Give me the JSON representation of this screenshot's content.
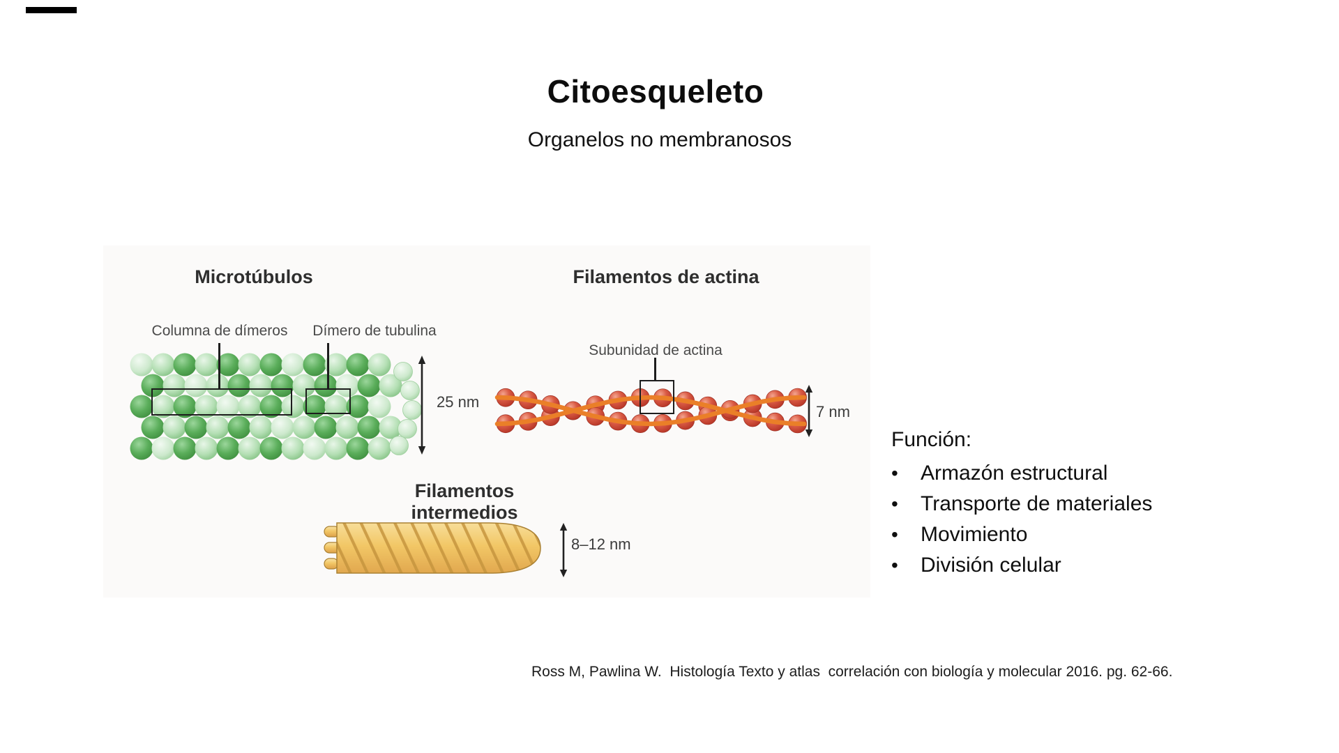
{
  "slide": {
    "title": "Citoesqueleto",
    "subtitle": "Organelos no membranosos"
  },
  "figure": {
    "microtubules": {
      "heading": "Microtúbulos",
      "dimer_column_label": "Columna de dímeros",
      "tubulin_dimer_label": "Dímero de tubulina",
      "diameter_label": "25 nm"
    },
    "actin": {
      "heading": "Filamentos de actina",
      "subunit_label": "Subunidad de actina",
      "diameter_label": "7 nm"
    },
    "intermediate": {
      "heading": "Filamentos intermedios",
      "diameter_label": "8–12 nm"
    }
  },
  "functions": {
    "heading": "Función:",
    "bullet_char": "•",
    "items": [
      "Armazón estructural",
      "Transporte de materiales",
      "Movimiento",
      "División celular"
    ]
  },
  "citation": "Ross M, Pawlina W.  Histología Texto y atlas  correlación con biología y molecular 2016. pg. 62-66.",
  "colors": {
    "microtubule_green": "#5aad5a",
    "microtubule_green_pale": "#cde9cd",
    "actin_red": "#cd4437",
    "actin_strand_orange": "#ea7f28",
    "intermediate_yellow": "#f2c766",
    "intermediate_stripe": "#c6953e",
    "annotation_black": "#1d1d1d",
    "label_gray": "#4a4a4a"
  }
}
